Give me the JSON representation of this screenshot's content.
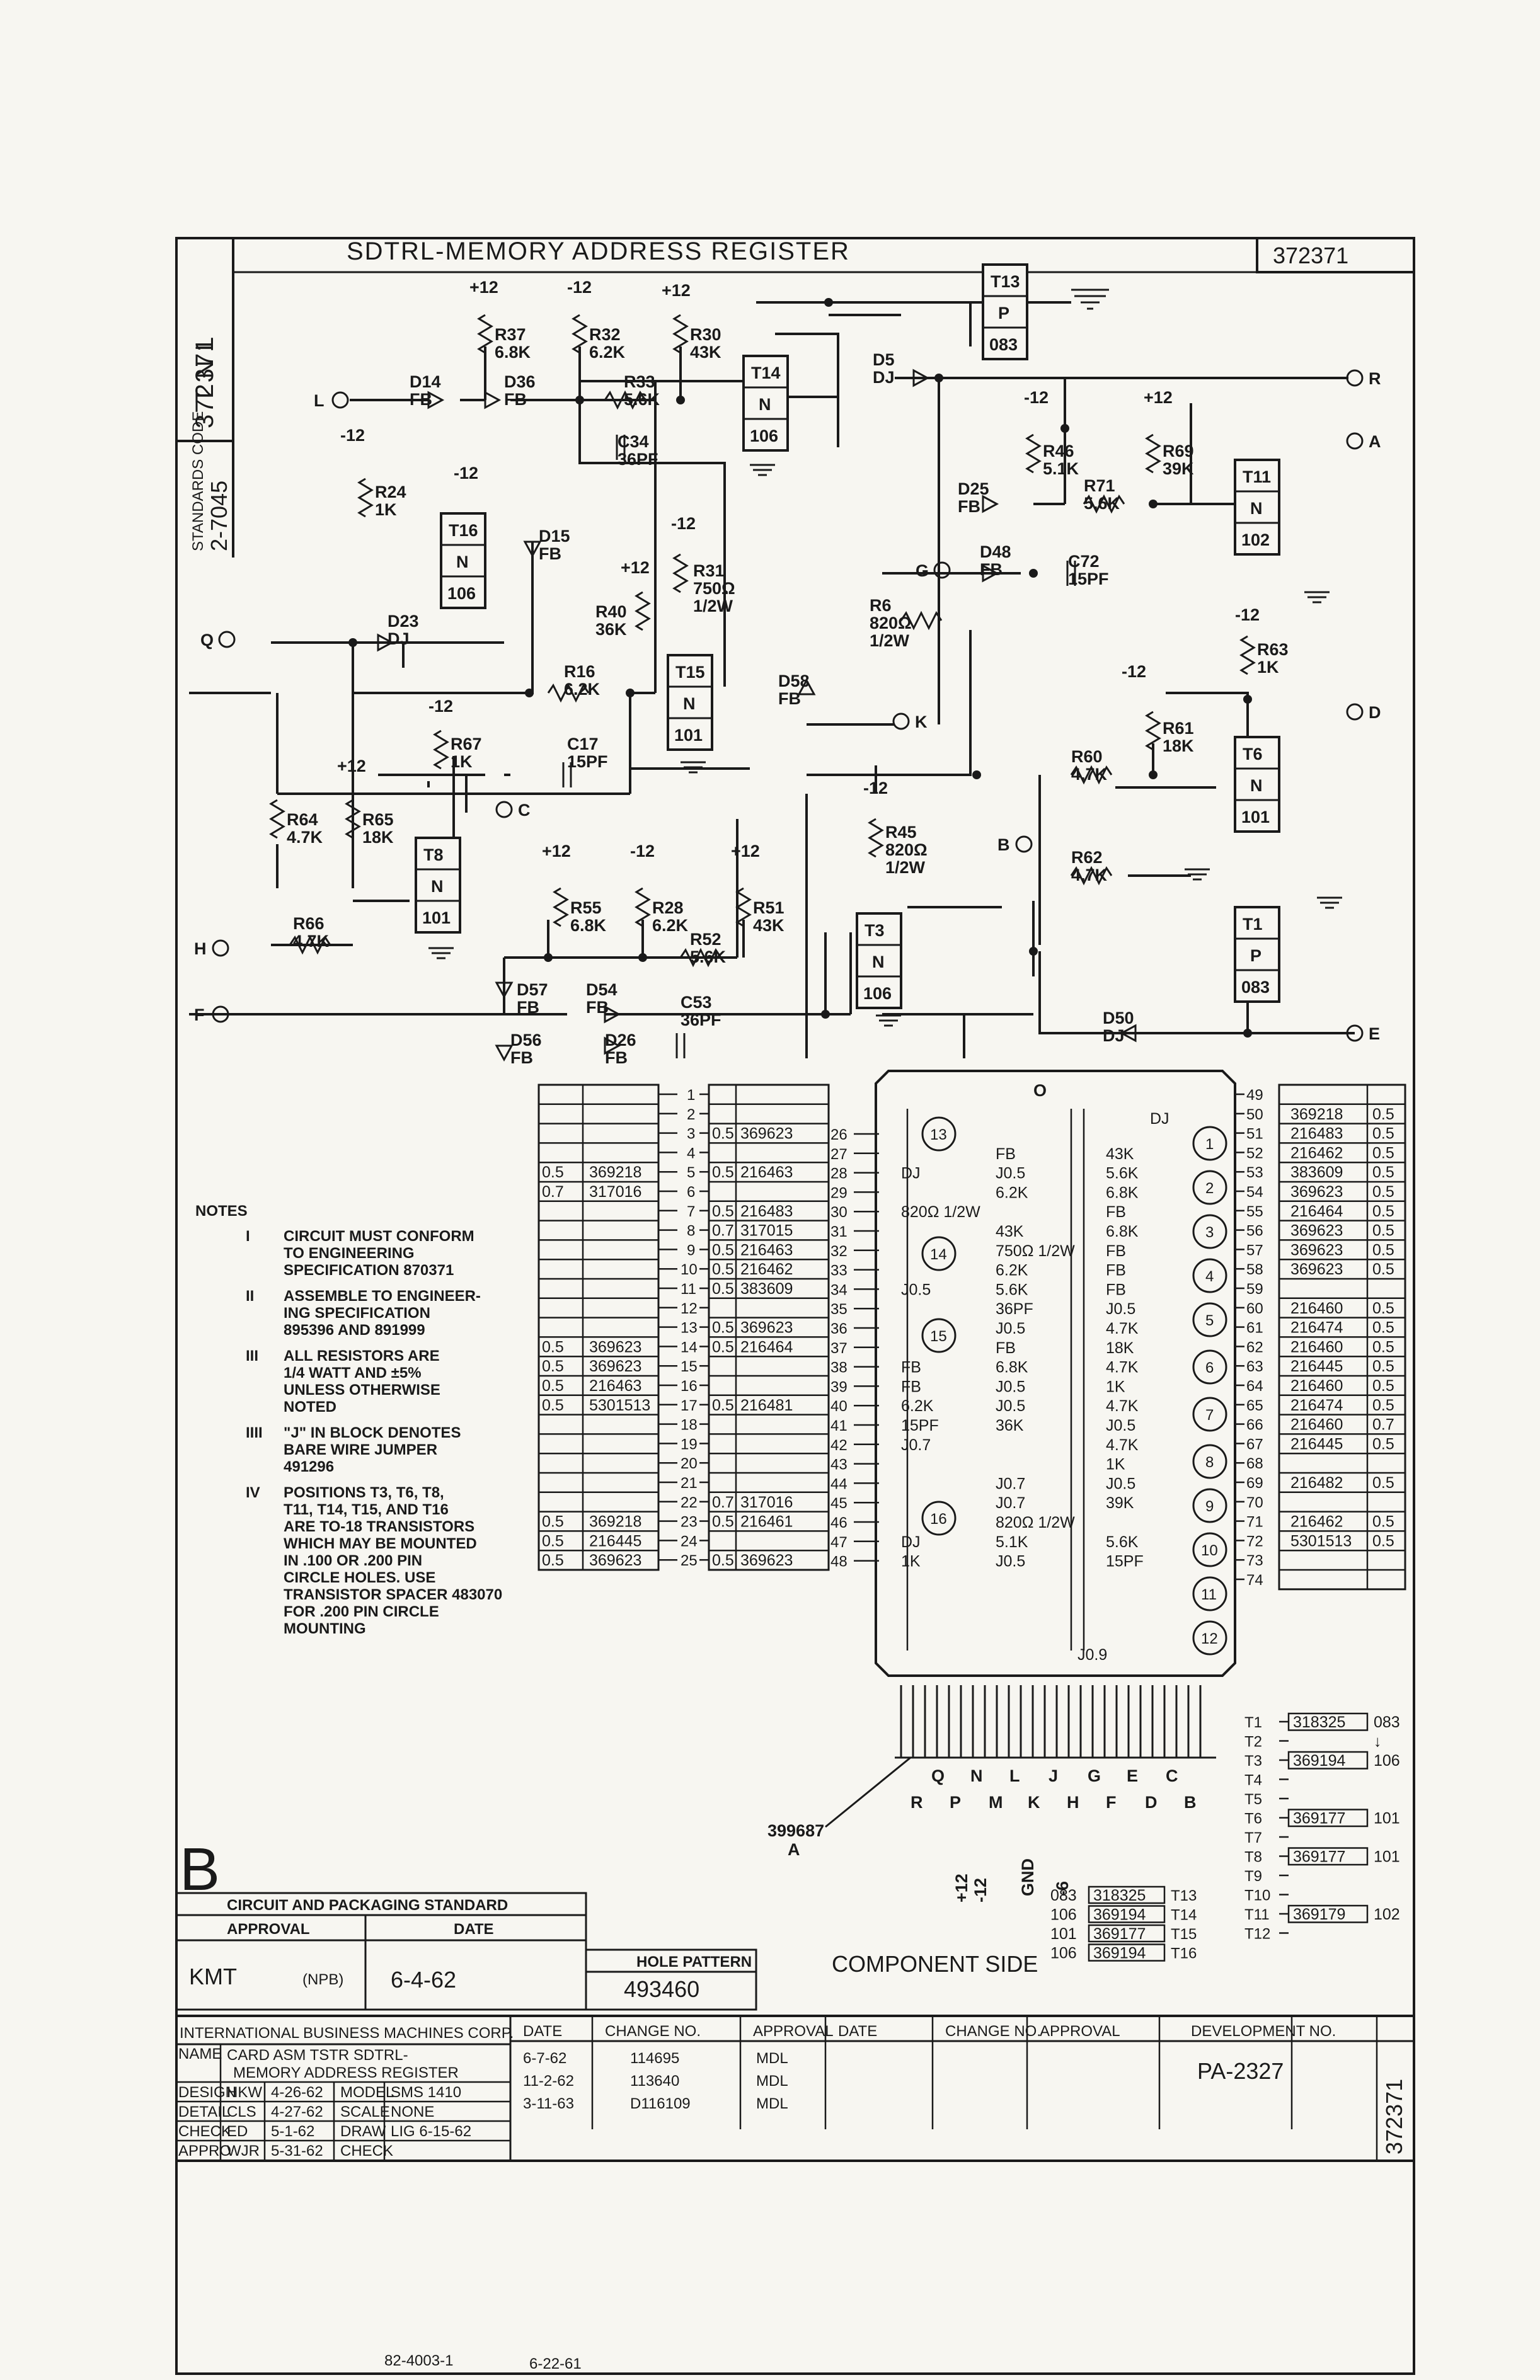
{
  "sheet": {
    "title": "SDTRL-MEMORY ADDRESS REGISTER",
    "number": "372371",
    "side_number": "372371",
    "side_code": "T N L",
    "standards_label": "STANDARDS CODE",
    "standards_code": "2-7045",
    "revision_letter": "B",
    "footer_form": "82-4003-1",
    "footer_date": "6-22-61"
  },
  "transistors": [
    {
      "id": "T13",
      "type": "P",
      "part": "083"
    },
    {
      "id": "T14",
      "type": "N",
      "part": "106"
    },
    {
      "id": "T16",
      "type": "N",
      "part": "106"
    },
    {
      "id": "T11",
      "type": "N",
      "part": "102"
    },
    {
      "id": "T15",
      "type": "N",
      "part": "101"
    },
    {
      "id": "T8",
      "type": "N",
      "part": "101"
    },
    {
      "id": "T6",
      "type": "N",
      "part": "101"
    },
    {
      "id": "T3",
      "type": "N",
      "part": "106"
    },
    {
      "id": "T1",
      "type": "P",
      "part": "083"
    }
  ],
  "components": {
    "r37": [
      "R37",
      "6.8K"
    ],
    "r32": [
      "R32",
      "6.2K"
    ],
    "r30": [
      "R30",
      "43K"
    ],
    "r33": [
      "R33",
      "5.6K"
    ],
    "c34": [
      "C34",
      "36PF"
    ],
    "r24": [
      "R24",
      "1K"
    ],
    "r40": [
      "R40",
      "36K"
    ],
    "r31": [
      "R31",
      "750Ω",
      "1/2W"
    ],
    "r16": [
      "R16",
      "6.2K"
    ],
    "c17": [
      "C17",
      "15PF"
    ],
    "r67": [
      "R67",
      "1K"
    ],
    "r64": [
      "R64",
      "4.7K"
    ],
    "r65": [
      "R65",
      "18K"
    ],
    "r66": [
      "R66",
      "4.7K"
    ],
    "r55": [
      "R55",
      "6.8K"
    ],
    "r28": [
      "R28",
      "6.2K"
    ],
    "r51": [
      "R51",
      "43K"
    ],
    "r52": [
      "R52",
      "5.6K"
    ],
    "c53": [
      "C53",
      "36PF"
    ],
    "r46": [
      "R46",
      "5.1K"
    ],
    "r69": [
      "R69",
      "39K"
    ],
    "r71": [
      "R71",
      "5.6K"
    ],
    "c72": [
      "C72",
      "15PF"
    ],
    "r6": [
      "R6",
      "820Ω",
      "1/2W"
    ],
    "r63": [
      "R63",
      "1K"
    ],
    "r61": [
      "R61",
      "18K"
    ],
    "r60": [
      "R60",
      "4.7K"
    ],
    "r62": [
      "R62",
      "4.7K"
    ],
    "r45": [
      "R45",
      "820Ω",
      "1/2W"
    ],
    "d14": [
      "D14",
      "FB"
    ],
    "d36": [
      "D36",
      "FB"
    ],
    "d15": [
      "D15",
      "FB"
    ],
    "d23": [
      "D23",
      "DJ"
    ],
    "d5": [
      "D5",
      "DJ"
    ],
    "d25": [
      "D25",
      "FB"
    ],
    "d48": [
      "D48",
      "FB"
    ],
    "d58": [
      "D58",
      "FB"
    ],
    "d57": [
      "D57",
      "FB"
    ],
    "d54": [
      "D54",
      "FB"
    ],
    "d56": [
      "D56",
      "FB"
    ],
    "d26": [
      "D26",
      "FB"
    ],
    "d50": [
      "D50",
      "DJ"
    ]
  },
  "supplies": {
    "p12": "+12",
    "m12": "-12"
  },
  "terminals": [
    "L",
    "Q",
    "H",
    "F",
    "R",
    "A",
    "G",
    "K",
    "D",
    "B",
    "E",
    "C"
  ],
  "left_table": {
    "rows": [
      {
        "pin": "1",
        "a": "",
        "b": "",
        "c": "",
        "d": ""
      },
      {
        "pin": "2",
        "a": "",
        "b": "",
        "c": "",
        "d": ""
      },
      {
        "pin": "3",
        "a": "",
        "b": "",
        "c": "0.5",
        "d": "369623"
      },
      {
        "pin": "4",
        "a": "",
        "b": "",
        "c": "",
        "d": ""
      },
      {
        "pin": "5",
        "a": "0.5",
        "b": "369218",
        "c": "0.5",
        "d": "216463"
      },
      {
        "pin": "6",
        "a": "0.7",
        "b": "317016",
        "c": "",
        "d": ""
      },
      {
        "pin": "7",
        "a": "",
        "b": "",
        "c": "0.5",
        "d": "216483"
      },
      {
        "pin": "8",
        "a": "",
        "b": "",
        "c": "0.7",
        "d": "317015"
      },
      {
        "pin": "9",
        "a": "",
        "b": "",
        "c": "0.5",
        "d": "216463"
      },
      {
        "pin": "10",
        "a": "",
        "b": "",
        "c": "0.5",
        "d": "216462"
      },
      {
        "pin": "11",
        "a": "",
        "b": "",
        "c": "0.5",
        "d": "383609"
      },
      {
        "pin": "12",
        "a": "",
        "b": "",
        "c": "",
        "d": ""
      },
      {
        "pin": "13",
        "a": "",
        "b": "",
        "c": "0.5",
        "d": "369623"
      },
      {
        "pin": "14",
        "a": "0.5",
        "b": "369623",
        "c": "0.5",
        "d": "216464"
      },
      {
        "pin": "15",
        "a": "0.5",
        "b": "369623",
        "c": "",
        "d": ""
      },
      {
        "pin": "16",
        "a": "0.5",
        "b": "216463",
        "c": "",
        "d": ""
      },
      {
        "pin": "17",
        "a": "0.5",
        "b": "5301513",
        "c": "0.5",
        "d": "216481"
      },
      {
        "pin": "18",
        "a": "",
        "b": "",
        "c": "",
        "d": ""
      },
      {
        "pin": "19",
        "a": "",
        "b": "",
        "c": "",
        "d": ""
      },
      {
        "pin": "20",
        "a": "",
        "b": "",
        "c": "",
        "d": ""
      },
      {
        "pin": "21",
        "a": "",
        "b": "",
        "c": "",
        "d": ""
      },
      {
        "pin": "22",
        "a": "",
        "b": "",
        "c": "0.7",
        "d": "317016"
      },
      {
        "pin": "23",
        "a": "0.5",
        "b": "369218",
        "c": "0.5",
        "d": "216461"
      },
      {
        "pin": "24",
        "a": "0.5",
        "b": "216445",
        "c": "",
        "d": ""
      },
      {
        "pin": "25",
        "a": "0.5",
        "b": "369623",
        "c": "0.5",
        "d": "369623"
      }
    ]
  },
  "center_rows": [
    {
      "pin": "26",
      "pin_r": "",
      "a": "",
      "b": "",
      "c": "",
      "d": ""
    },
    {
      "pin": "27",
      "pin_r": "",
      "a": "",
      "b": "FB",
      "c": "43K",
      "d": ""
    },
    {
      "pin": "28",
      "pin_r": "",
      "a": "DJ",
      "b": "J0.5",
      "c": "5.6K",
      "d": ""
    },
    {
      "pin": "29",
      "pin_r": "",
      "a": "",
      "b": "6.2K",
      "c": "6.8K",
      "d": ""
    },
    {
      "pin": "30",
      "pin_r": "",
      "a": "820Ω 1/2W",
      "b": "",
      "c": "FB",
      "d": ""
    },
    {
      "pin": "31",
      "pin_r": "",
      "a": "",
      "b": "43K",
      "c": "6.8K",
      "d": ""
    },
    {
      "pin": "32",
      "pin_r": "",
      "a": "",
      "b": "750Ω 1/2W",
      "c": "FB",
      "d": ""
    },
    {
      "pin": "33",
      "pin_r": "",
      "a": "",
      "b": "6.2K",
      "c": "FB",
      "d": ""
    },
    {
      "pin": "34",
      "pin_r": "",
      "a": "J0.5",
      "b": "5.6K",
      "c": "FB",
      "d": ""
    },
    {
      "pin": "35",
      "pin_r": "",
      "a": "",
      "b": "36PF",
      "c": "J0.5",
      "d": ""
    },
    {
      "pin": "36",
      "pin_r": "",
      "a": "",
      "b": "J0.5",
      "c": "4.7K",
      "d": ""
    },
    {
      "pin": "37",
      "pin_r": "",
      "a": "",
      "b": "FB",
      "c": "18K",
      "d": ""
    },
    {
      "pin": "38",
      "pin_r": "",
      "a": "FB",
      "b": "6.8K",
      "c": "4.7K",
      "d": ""
    },
    {
      "pin": "39",
      "pin_r": "",
      "a": "FB",
      "b": "J0.5",
      "c": "1K",
      "d": ""
    },
    {
      "pin": "40",
      "pin_r": "",
      "a": "6.2K",
      "b": "J0.5",
      "c": "4.7K",
      "d": ""
    },
    {
      "pin": "41",
      "pin_r": "",
      "a": "15PF",
      "b": "36K",
      "c": "J0.5",
      "d": ""
    },
    {
      "pin": "42",
      "pin_r": "",
      "a": "J0.7",
      "b": "",
      "c": "4.7K",
      "d": ""
    },
    {
      "pin": "43",
      "pin_r": "",
      "a": "",
      "b": "",
      "c": "1K",
      "d": ""
    },
    {
      "pin": "44",
      "pin_r": "",
      "a": "",
      "b": "J0.7",
      "c": "J0.5",
      "d": ""
    },
    {
      "pin": "45",
      "pin_r": "",
      "a": "",
      "b": "J0.7",
      "c": "39K",
      "d": ""
    },
    {
      "pin": "46",
      "pin_r": "",
      "a": "",
      "b": "820Ω 1/2W",
      "c": "",
      "d": ""
    },
    {
      "pin": "47",
      "pin_r": "",
      "a": "DJ",
      "b": "5.1K",
      "c": "5.6K",
      "d": ""
    },
    {
      "pin": "48",
      "pin_r": "",
      "a": "1K",
      "b": "J0.5",
      "c": "15PF",
      "d": ""
    }
  ],
  "center_extra": {
    "top_dj": "DJ",
    "bottom": "J0.9",
    "o_mark": "O"
  },
  "holes": [
    "13",
    "14",
    "15",
    "16",
    "1",
    "2",
    "3",
    "4",
    "5",
    "6",
    "7",
    "8",
    "9",
    "10",
    "11",
    "12"
  ],
  "right_table": {
    "rows": [
      {
        "pin": "49",
        "part": "",
        "val": ""
      },
      {
        "pin": "50",
        "part": "369218",
        "val": "0.5"
      },
      {
        "pin": "51",
        "part": "216483",
        "val": "0.5"
      },
      {
        "pin": "52",
        "part": "216462",
        "val": "0.5"
      },
      {
        "pin": "53",
        "part": "383609",
        "val": "0.5"
      },
      {
        "pin": "54",
        "part": "369623",
        "val": "0.5"
      },
      {
        "pin": "55",
        "part": "216464",
        "val": "0.5"
      },
      {
        "pin": "56",
        "part": "369623",
        "val": "0.5"
      },
      {
        "pin": "57",
        "part": "369623",
        "val": "0.5"
      },
      {
        "pin": "58",
        "part": "369623",
        "val": "0.5"
      },
      {
        "pin": "59",
        "part": "",
        "val": ""
      },
      {
        "pin": "60",
        "part": "216460",
        "val": "0.5"
      },
      {
        "pin": "61",
        "part": "216474",
        "val": "0.5"
      },
      {
        "pin": "62",
        "part": "216460",
        "val": "0.5"
      },
      {
        "pin": "63",
        "part": "216445",
        "val": "0.5"
      },
      {
        "pin": "64",
        "part": "216460",
        "val": "0.5"
      },
      {
        "pin": "65",
        "part": "216474",
        "val": "0.5"
      },
      {
        "pin": "66",
        "part": "216460",
        "val": "0.7"
      },
      {
        "pin": "67",
        "part": "216445",
        "val": "0.5"
      },
      {
        "pin": "68",
        "part": "",
        "val": ""
      },
      {
        "pin": "69",
        "part": "216482",
        "val": "0.5"
      },
      {
        "pin": "70",
        "part": "",
        "val": ""
      },
      {
        "pin": "71",
        "part": "216462",
        "val": "0.5"
      },
      {
        "pin": "72",
        "part": "5301513",
        "val": "0.5"
      },
      {
        "pin": "73",
        "part": "",
        "val": ""
      },
      {
        "pin": "74",
        "part": "",
        "val": ""
      }
    ]
  },
  "connector": {
    "pins_top": [
      "Q",
      "N",
      "L",
      "J",
      "G",
      "E",
      "C"
    ],
    "pins_bottom": [
      "R",
      "P",
      "M",
      "K",
      "H",
      "F",
      "D",
      "B"
    ],
    "part": "399687",
    "part_suffix": "A",
    "power": [
      "+12",
      "-12",
      "GND",
      "-6"
    ]
  },
  "tpos": {
    "rows": [
      {
        "pos": "T1",
        "part": "318325",
        "type": "083"
      },
      {
        "pos": "T2",
        "part": "",
        "type": "↓"
      },
      {
        "pos": "T3",
        "part": "369194",
        "type": "106"
      },
      {
        "pos": "T4",
        "part": "",
        "type": ""
      },
      {
        "pos": "T5",
        "part": "",
        "type": ""
      },
      {
        "pos": "T6",
        "part": "369177",
        "type": "101"
      },
      {
        "pos": "T7",
        "part": "",
        "type": ""
      },
      {
        "pos": "T8",
        "part": "369177",
        "type": "101"
      },
      {
        "pos": "T9",
        "part": "",
        "type": ""
      },
      {
        "pos": "T10",
        "part": "",
        "type": ""
      },
      {
        "pos": "T11",
        "part": "369179",
        "type": "102"
      },
      {
        "pos": "T12",
        "part": "",
        "type": ""
      }
    ],
    "left_rows": [
      {
        "type": "083",
        "part": "318325",
        "pos": "T13"
      },
      {
        "type": "106",
        "part": "369194",
        "pos": "T14"
      },
      {
        "type": "101",
        "part": "369177",
        "pos": "T15"
      },
      {
        "type": "106",
        "part": "369194",
        "pos": "T16"
      }
    ]
  },
  "component_side": "COMPONENT SIDE",
  "notes": {
    "heading": "NOTES",
    "items": [
      {
        "num": "I",
        "lines": [
          "CIRCUIT MUST CONFORM",
          "TO ENGINEERING",
          "SPECIFICATION     870371"
        ]
      },
      {
        "num": "II",
        "lines": [
          "ASSEMBLE TO ENGINEER-",
          "ING SPECIFICATION",
          "895396 AND 891999"
        ]
      },
      {
        "num": "III",
        "lines": [
          "ALL RESISTORS ARE",
          "1/4 WATT AND ±5%",
          "UNLESS OTHERWISE",
          "NOTED"
        ]
      },
      {
        "num": "IIII",
        "lines": [
          "\"J\" IN BLOCK DENOTES",
          "BARE WIRE JUMPER",
          "491296"
        ]
      },
      {
        "num": "IV",
        "lines": [
          "POSITIONS T3, T6, T8,",
          "T11, T14, T15, AND T16",
          "ARE TO-18 TRANSISTORS",
          "WHICH MAY BE MOUNTED",
          "IN .100 OR .200 PIN",
          "CIRCLE HOLES.  USE",
          "TRANSISTOR SPACER 483070",
          "FOR .200 PIN CIRCLE",
          "MOUNTING"
        ]
      }
    ]
  },
  "cps": {
    "title": "CIRCUIT AND PACKAGING STANDARD",
    "approval_label": "APPROVAL",
    "date_label": "DATE",
    "approver": "KMT",
    "approver_note": "(NPB)",
    "date": "6-4-62",
    "hole_pattern_label": "HOLE PATTERN",
    "hole_pattern": "493460"
  },
  "title_block": {
    "company": "INTERNATIONAL BUSINESS MACHINES CORP.",
    "name_label": "NAME",
    "name_line1": "CARD ASM TSTR   SDTRL-",
    "name_line2": "MEMORY ADDRESS REGISTER",
    "rows": [
      {
        "label": "DESIGN",
        "who": "HKW",
        "date": "4-26-62",
        "label2": "MODEL",
        "val2": "SMS 1410"
      },
      {
        "label": "DETAIL",
        "who": "CLS",
        "date": "4-27-62",
        "label2": "SCALE",
        "val2": "NONE"
      },
      {
        "label": "CHECK",
        "who": "ED",
        "date": "5-1-62",
        "label2": "DRAW",
        "val2": "LIG 6-15-62"
      },
      {
        "label": "APPRO",
        "who": "WJR",
        "date": "5-31-62",
        "label2": "CHECK",
        "val2": ""
      }
    ],
    "change_headers": [
      "DATE",
      "CHANGE NO.",
      "APPROVAL",
      "DATE",
      "CHANGE NO.",
      "APPROVAL"
    ],
    "changes": [
      {
        "date": "6-7-62",
        "no": "114695",
        "appr": "MDL"
      },
      {
        "date": "11-2-62",
        "no": "113640",
        "appr": "MDL"
      },
      {
        "date": "3-11-63",
        "no": "D116109",
        "appr": "MDL"
      }
    ],
    "dev_label": "DEVELOPMENT NO.",
    "dev_no": "PA-2327",
    "side_no": "372371"
  }
}
